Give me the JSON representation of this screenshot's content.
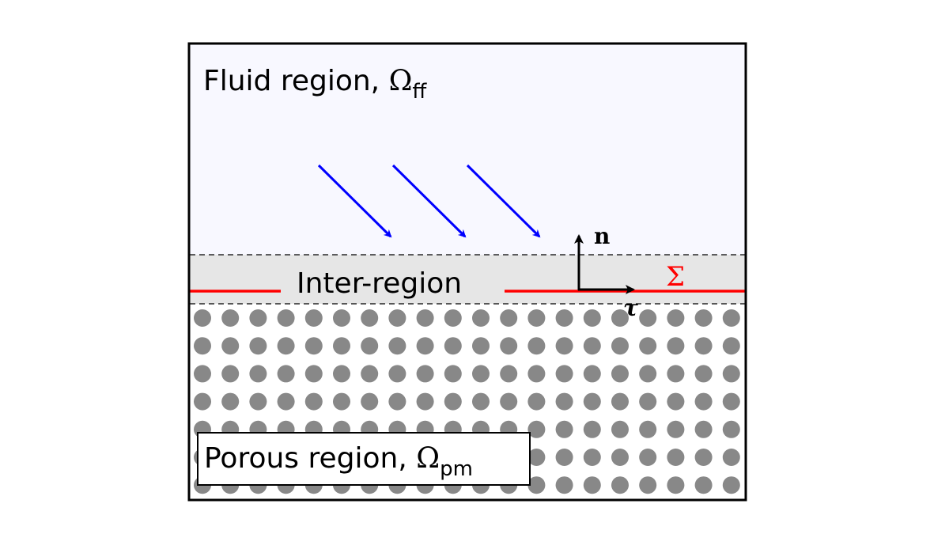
{
  "labels": {
    "fluid": "Fluid region, ",
    "fluid_symbol": "Ω",
    "fluid_sub": "ff",
    "inter": "Inter-region",
    "porous": "Porous region, ",
    "porous_symbol": "Ω",
    "porous_sub": "pm",
    "normal": "n",
    "tangent": "τ",
    "interface": "Σ"
  },
  "colors": {
    "fluid_bg": "#f8f8ff",
    "inter_bg": "#e6e6e6",
    "interface_line": "#ff0000",
    "flow_arrows": "#0000ff",
    "pores": "#888888",
    "frame": "#000000"
  },
  "pore_grid": {
    "rows": 7,
    "columns": 20
  },
  "flow_arrow_count": 3
}
